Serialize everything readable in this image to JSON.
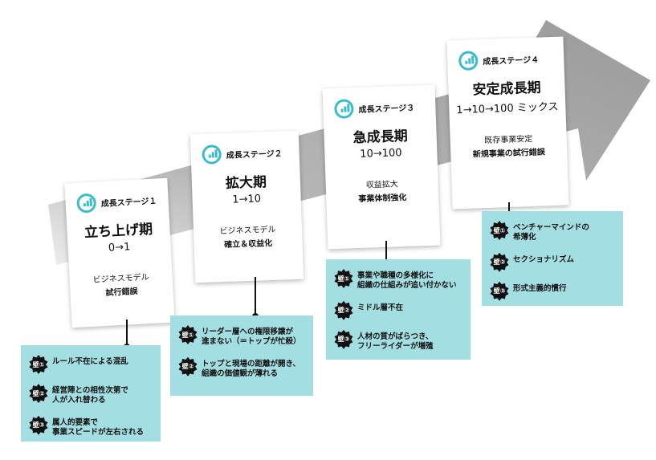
{
  "stages": [
    {
      "stage_label": "成長ステージ１",
      "title": "立ち上げ期",
      "ratio": "0→1",
      "desc_line1": "ビジネスモデル",
      "desc_line2": "試行錯誤",
      "walls": [
        {
          "badge": "壁①",
          "text": "ルール不在による混乱"
        },
        {
          "badge": "壁②",
          "text": "経営陣との相性次第で\n人が入れ替わる"
        },
        {
          "badge": "壁③",
          "text": "属人的要素で\n事業スピードが左右される"
        }
      ]
    },
    {
      "stage_label": "成長ステージ２",
      "title": "拡大期",
      "ratio": "1→10",
      "desc_line1": "ビジネスモデル",
      "desc_line2": "確立＆収益化",
      "walls": [
        {
          "badge": "壁①",
          "text": "リーダー層への権限移譲が\n進まない（＝トップが忙殺）"
        },
        {
          "badge": "壁②",
          "text": "トップと現場の距離が開き、\n組織の価値観が薄れる"
        }
      ]
    },
    {
      "stage_label": "成長ステージ３",
      "title": "急成長期",
      "ratio": "10→100",
      "desc_line1": "収益拡大",
      "desc_line2": "事業体制強化",
      "walls": [
        {
          "badge": "壁①",
          "text": "事業や職種の多様化に\n組織の仕組みが追い付かない"
        },
        {
          "badge": "壁②",
          "text": "ミドル層不在"
        },
        {
          "badge": "壁③",
          "text": "人材の質がばらつき、\nフリーライダーが増殖"
        }
      ]
    },
    {
      "stage_label": "成長ステージ４",
      "title": "安定成長期",
      "ratio": "1→10→100 ミックス",
      "desc_line1": "既存事業安定",
      "desc_line2": "新規事業の試行錯誤",
      "walls": [
        {
          "badge": "壁①",
          "text": "ベンチャーマインドの\n希薄化"
        },
        {
          "badge": "壁②",
          "text": "セクショナリズム"
        },
        {
          "badge": "壁③",
          "text": "形式主義的慣行"
        }
      ]
    }
  ],
  "colors": {
    "accent": "#3bbccb",
    "box": "#a3dee3",
    "arrow": "#a6a6a6"
  }
}
